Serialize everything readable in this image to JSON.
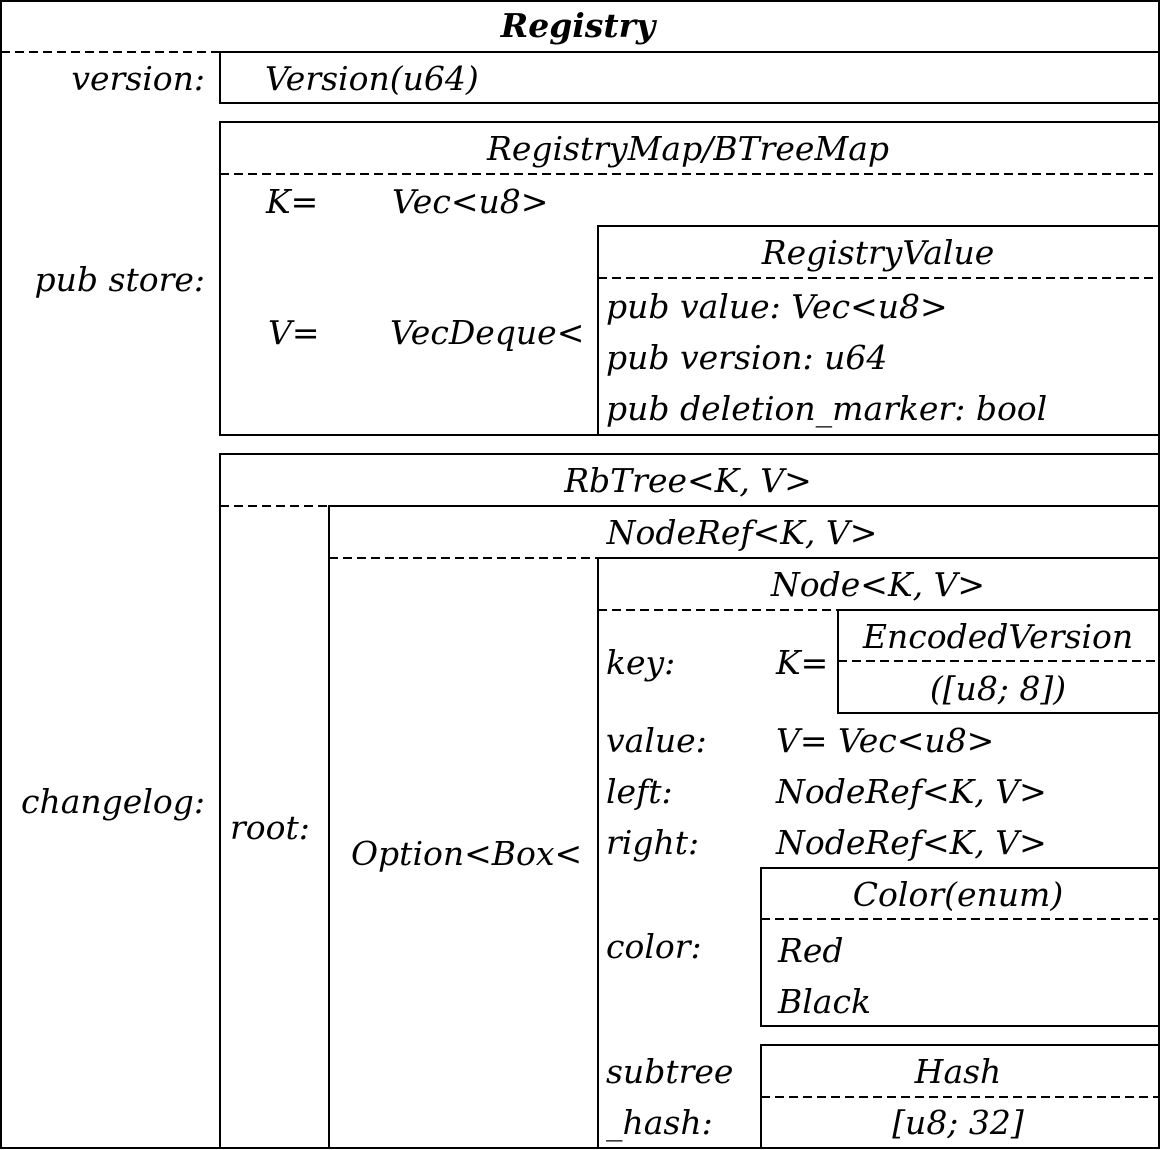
{
  "registry": {
    "title": "Registry",
    "version_label": "version:",
    "version_type": "Version(u64)",
    "store_label": "pub store:",
    "changelog_label": "changelog:"
  },
  "store": {
    "title": "RegistryMap/BTreeMap",
    "k_label": "K=",
    "k_type": "Vec<u8>",
    "v_label": "V=",
    "v_type": "VecDeque<"
  },
  "registry_value": {
    "title": "RegistryValue",
    "fields": [
      "pub value: Vec<u8>",
      "pub version: u64",
      "pub deletion_marker: bool"
    ]
  },
  "rbtree": {
    "title": "RbTree<K, V>",
    "root_label": "root:",
    "noderef_title": "NodeRef<K, V>",
    "option_box": "Option<Box<"
  },
  "node": {
    "title": "Node<K, V>",
    "key_label": "key:",
    "key_k": "K=",
    "encoded_title": "EncodedVersion",
    "encoded_type": "([u8; 8])",
    "value_label": "value:",
    "value_type": "V=  Vec<u8>",
    "left_label": "left:",
    "left_type": "NodeRef<K, V>",
    "right_label": "right:",
    "right_type": "NodeRef<K, V>",
    "color_label": "color:",
    "color_title": "Color(enum)",
    "color_variants": [
      "Red",
      "Black"
    ],
    "subtree_label_1": "subtree",
    "subtree_label_2": "_hash:",
    "hash_title": "Hash",
    "hash_type": "[u8; 32]"
  }
}
